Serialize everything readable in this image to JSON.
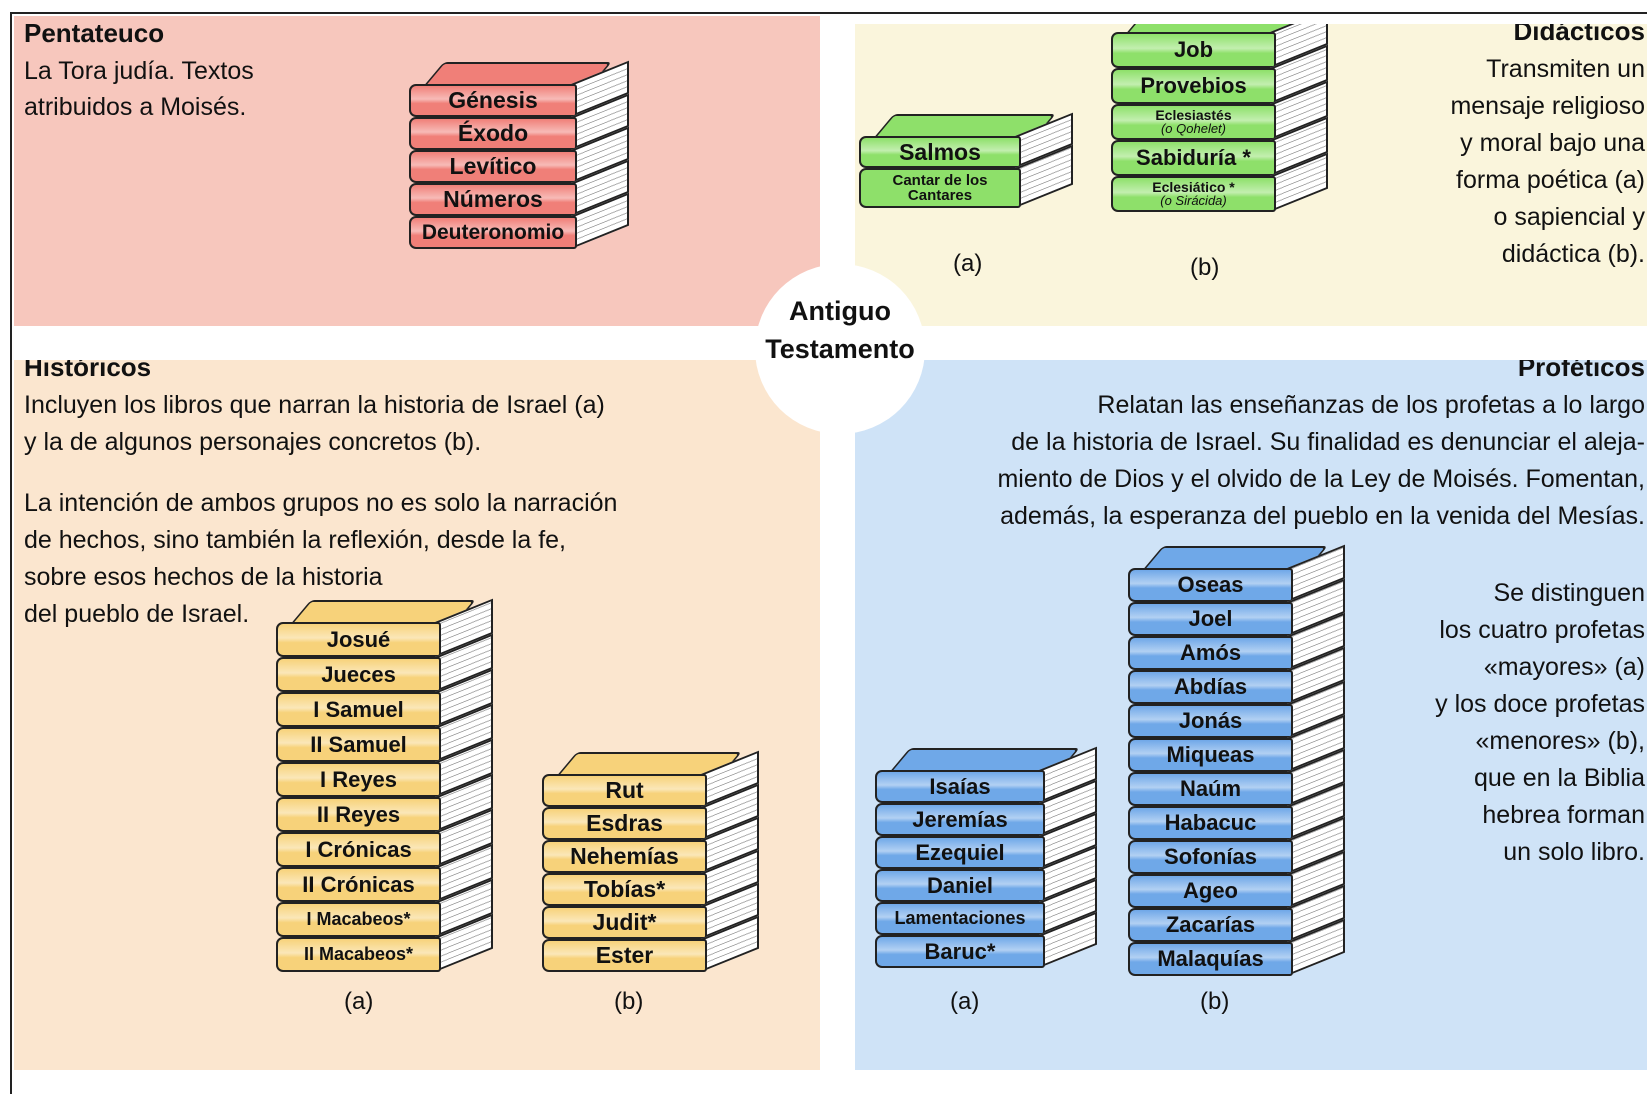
{
  "center": {
    "line1": "Antiguo",
    "line2": "Testamento"
  },
  "pentateuco": {
    "title": "Pentateuco",
    "desc1": "La Tora judía. Textos",
    "desc2": "atribuidos a Moisés.",
    "books": [
      "Génesis",
      "Éxodo",
      "Levítico",
      "Números",
      "Deuteronomio"
    ],
    "color": "#f07f78"
  },
  "didacticos": {
    "title": "Didácticos",
    "desc": [
      "Transmiten un",
      "mensaje religioso",
      "y moral bajo una",
      "forma poética (a)",
      "o sapiencial y",
      "didáctica (b)."
    ],
    "group_a": {
      "label": "(a)",
      "books": [
        "Salmos",
        "Cantar de los Cantares"
      ]
    },
    "group_b": {
      "label": "(b)",
      "books": [
        "Job",
        "Provebios",
        "Eclesiastés",
        "Sabiduría *",
        "Eclesiático *"
      ],
      "subs": {
        "Eclesiastés": "(o Qohelet)",
        "Eclesiático *": "(o Sirácida)"
      }
    },
    "color": "#8ee06a"
  },
  "historicos": {
    "title": "Históricos",
    "desc1": [
      "Incluyen los libros que narran la historia de Israel (a)",
      "y la de algunos personajes concretos (b)."
    ],
    "desc2": [
      "La intención de ambos grupos no es solo la narración",
      "de hechos, sino también la reflexión, desde la fe,",
      "sobre esos hechos de la historia",
      "del pueblo de Israel."
    ],
    "group_a": {
      "label": "(a)",
      "books": [
        "Josué",
        "Jueces",
        "I Samuel",
        "II Samuel",
        "I Reyes",
        "II Reyes",
        "I Crónicas",
        "II Crónicas",
        "I Macabeos*",
        "II Macabeos*"
      ]
    },
    "group_b": {
      "label": "(b)",
      "books": [
        "Rut",
        "Esdras",
        "Nehemías",
        "Tobías*",
        "Judit*",
        "Ester"
      ]
    },
    "color": "#f7d27a"
  },
  "profeticos": {
    "title": "Proféticos",
    "desc": [
      "Relatan las enseñanzas de los profetas a lo largo",
      "de la historia de Israel. Su finalidad es denunciar el aleja-",
      "miento de Dios y el olvido de la Ley de Moisés. Fomentan,",
      "además, la esperanza del pueblo en la venida del Mesías."
    ],
    "side": [
      "Se distinguen",
      "los cuatro profetas",
      "«mayores» (a)",
      "y los doce profetas",
      "«menores» (b),",
      "que en la Biblia",
      "hebrea forman",
      "un solo libro."
    ],
    "group_a": {
      "label": "(a)",
      "books": [
        "Isaías",
        "Jeremías",
        "Ezequiel",
        "Daniel",
        "Lamentaciones",
        "Baruc*"
      ]
    },
    "group_b": {
      "label": "(b)",
      "books": [
        "Oseas",
        "Joel",
        "Amós",
        "Abdías",
        "Jonás",
        "Miqueas",
        "Naúm",
        "Habacuc",
        "Sofonías",
        "Ageo",
        "Zacarías",
        "Malaquías"
      ]
    },
    "color": "#6fa8e8"
  }
}
